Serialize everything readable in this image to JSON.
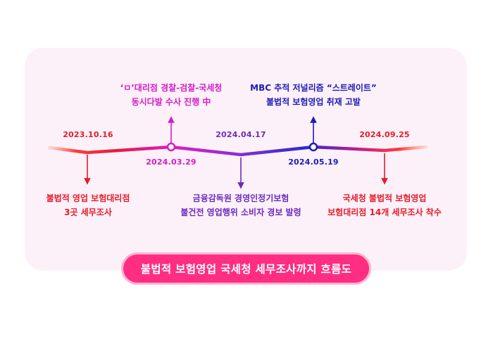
{
  "title": "불법적 보험영업 국세청 세무조사까지 흐름도",
  "colors": {
    "red": "#e51c2b",
    "magenta": "#d41cc8",
    "purple": "#6a2bbf",
    "navy": "#1d1bb8",
    "pill": "#ff2e83"
  },
  "events": [
    {
      "date": "2023.10.16",
      "date_color": "#e51c2b",
      "text_color": "#e51c2b",
      "line1": "불법적 영업 보험대리점",
      "line2": "3곳 세무조사"
    },
    {
      "date": "2024.03.29",
      "date_color": "#d41cc8",
      "text_color": "#d41cc8",
      "line1": "‘ㅁ’대리점 경찰-검찰-국세청",
      "line2": "동시다발 수사 진행 中"
    },
    {
      "date": "2024.04.17",
      "date_color": "#6a2bbf",
      "text_color": "#6a2bbf",
      "line1": "금융감독원 경영인정기보험",
      "line2": "불건전 영업행위 소비자 경보 발령"
    },
    {
      "date": "2024.05.19",
      "date_color": "#1d1bb8",
      "text_color": "#1d1bb8",
      "line1": "MBC 추적 저널리즘 “스트레이트”",
      "line2": "불법적 보험영업 취재 고발"
    },
    {
      "date": "2024.09.25",
      "date_color": "#e51c2b",
      "text_color": "#e51c2b",
      "line1": "국세청 불법적 보험영업",
      "line2": "보험대리점 14개 세무조사 착수"
    }
  ]
}
